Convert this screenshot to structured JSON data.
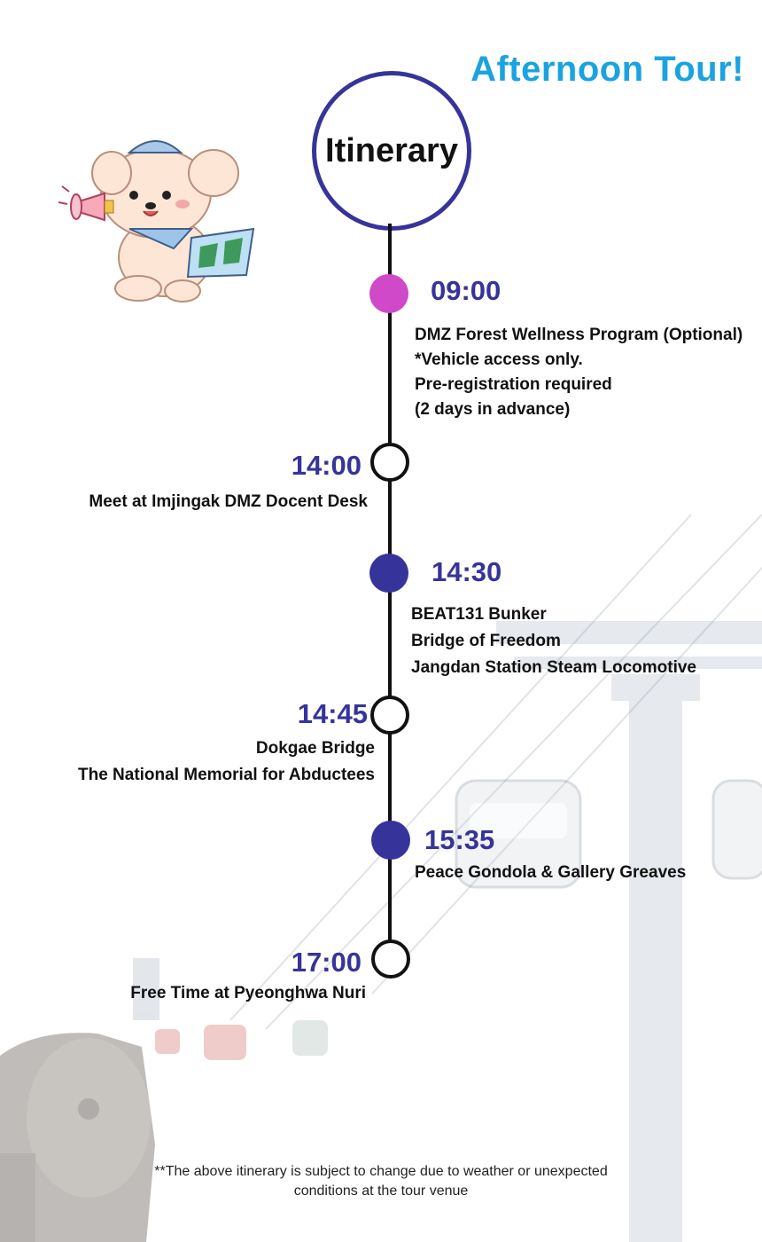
{
  "title": "Afternoon Tour!",
  "heading": "Itinerary",
  "colors": {
    "accent_title": "#1aa3e0",
    "navy": "#36349a",
    "pink": "#cf49c9"
  },
  "schedule": [
    {
      "time": "09:00",
      "marker": "pink-filled",
      "lines": [
        "DMZ Forest Wellness Program (Optional)",
        "*Vehicle access only.",
        "Pre-registration required",
        "(2 days in advance)"
      ]
    },
    {
      "time": "14:00",
      "marker": "hollow",
      "lines": [
        "Meet at Imjingak DMZ Docent Desk"
      ]
    },
    {
      "time": "14:30",
      "marker": "navy-filled",
      "lines": [
        "BEAT131 Bunker",
        "Bridge of Freedom",
        "Jangdan Station Steam Locomotive"
      ]
    },
    {
      "time": "14:45",
      "marker": "hollow",
      "lines": [
        "Dokgae Bridge",
        "The National Memorial for Abductees"
      ]
    },
    {
      "time": "15:35",
      "marker": "navy-filled",
      "lines": [
        "Peace Gondola & Gallery Greaves"
      ]
    },
    {
      "time": "17:00",
      "marker": "hollow",
      "lines": [
        "Free Time at Pyeonghwa Nuri"
      ]
    }
  ],
  "footnote": {
    "line1": "**The above itinerary is subject to change due to weather or unexpected",
    "line2": "conditions at the tour venue"
  },
  "mascot": "dog-mascot-with-megaphone-and-map",
  "background": "faded-cable-car-tower-and-steam-locomotive"
}
